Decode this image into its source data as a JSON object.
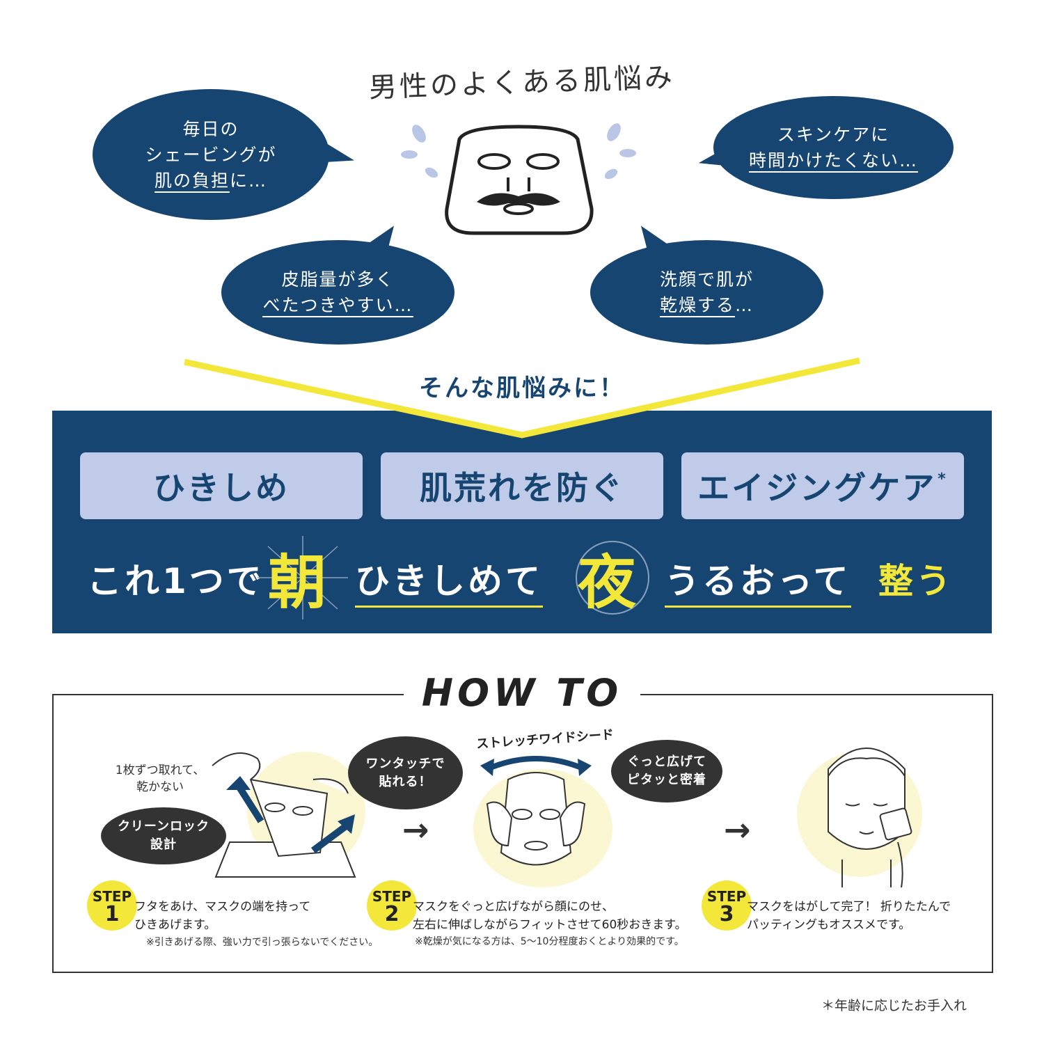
{
  "header": {
    "title": "男性のよくある肌悩み"
  },
  "bubbles": {
    "b1": {
      "lines": [
        "毎日の",
        "シェービングが"
      ],
      "underlined": "肌の負担",
      "tail": "に…"
    },
    "b2": {
      "lines": [
        "スキンケアに"
      ],
      "underlined": "時間かけたくない…"
    },
    "b3": {
      "lines": [
        "皮脂量が多く"
      ],
      "underlined": "べたつきやすい…"
    },
    "b4": {
      "lines": [
        "洗顔で肌が"
      ],
      "underlined": "乾燥する",
      "tail": "…"
    }
  },
  "benefits": {
    "subhead": "そんな肌悩みに！",
    "pills": [
      "ひきしめ",
      "肌荒れを防ぐ",
      "エイジングケア"
    ],
    "asterisk": "*",
    "tagline": {
      "lead": "これ1つで",
      "morning": "朝",
      "morning_action": "ひきしめて",
      "night": "夜",
      "night_action": "うるおって",
      "finish": "整う"
    }
  },
  "howto": {
    "title": "HOW TO",
    "step1": {
      "label": "STEP",
      "number": "1",
      "caption_left": [
        "1枚ずつ取れて、",
        "乾かない"
      ],
      "bubble_clean": [
        "クリーンロック",
        "設計"
      ],
      "bubble_onetouch": [
        "ワンタッチで",
        "貼れる！"
      ],
      "text": [
        "フタをあけ、マスクの端を持って",
        "ひきあげます。"
      ],
      "note": "※引きあげる際、強い力で引っ張らないでください。"
    },
    "step2": {
      "label": "STEP",
      "number": "2",
      "arc_label": "ストレッチワイドシード",
      "bubble": [
        "ぐっと広げて",
        "ピタッと密着"
      ],
      "text": [
        "マスクをぐっと広げながら顔にのせ、",
        "左右に伸ばしながらフィットさせて60秒おきます。"
      ],
      "note": "※乾燥が気になる方は、5〜10分程度おくとより効果的です。"
    },
    "step3": {
      "label": "STEP",
      "number": "3",
      "text": [
        "マスクをはがして完了！ 折りたたんで",
        "パッティングもオススメです。"
      ]
    },
    "arrow": "→"
  },
  "footnote": "＊年齢に応じたお手入れ",
  "colors": {
    "navy": "#174571",
    "yellow": "#f3e83a",
    "pill": "#bfcbe8",
    "dark": "#333333"
  }
}
